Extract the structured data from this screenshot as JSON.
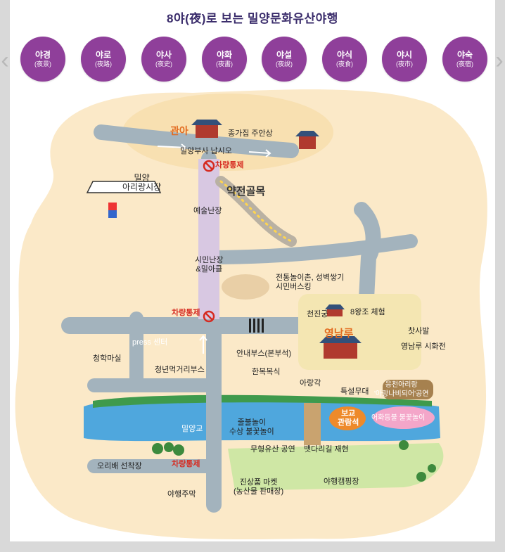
{
  "title": "8야(夜)로 보는 밀양문화유산야행",
  "tabs": [
    {
      "label": "야경",
      "hanja": "(夜景)"
    },
    {
      "label": "야로",
      "hanja": "(夜路)"
    },
    {
      "label": "야사",
      "hanja": "(夜史)"
    },
    {
      "label": "야화",
      "hanja": "(夜畵)"
    },
    {
      "label": "야설",
      "hanja": "(夜說)"
    },
    {
      "label": "야식",
      "hanja": "(夜食)"
    },
    {
      "label": "야시",
      "hanja": "(夜市)"
    },
    {
      "label": "야숙",
      "hanja": "(夜宿)"
    }
  ],
  "nav": {
    "prev": "‹",
    "next": "›"
  },
  "map": {
    "gwana": "관아",
    "jonggajip": "종가집 주안상",
    "milyang_busa": "밀양부사 납시오",
    "traffic_control_1": "차량통제",
    "traffic_control_2": "차량통제",
    "traffic_control_3": "차량통제",
    "arirang_market": "밀양\n아리랑시장",
    "yakjeon_alley": "약전골목",
    "art_market": "예술난장",
    "citizen_market": "시민난장\n&밀아클",
    "folk_village": "전통놀이촌, 성벽쌓기\n시민버스킹",
    "cheonjingung": "천진궁",
    "king8": "8왕조 체험",
    "yeongnamru": "영남루",
    "tea_bar": "찻사발",
    "poetry": "영남루 시화전",
    "press": "press 센터",
    "cheonghak": "청학마실",
    "info_booth": "안내부스(본부석)",
    "youth_street": "청년먹거리부스",
    "hanbok": "한복복식",
    "arang": "아랑각",
    "special_stage": "특설무대",
    "eungcheon": "응천아리랑\n'아랑나비되어'공연",
    "viewing_seats": "보교\n관람석",
    "lantern_play": "어화등불 불꽃놀이",
    "fire_play": "줄불놀이\n수상 불꽃놀이",
    "milyanggyo": "밀양교",
    "duck_boat": "오리배 선착장",
    "intangible": "무형유산 공연",
    "boat_bridge": "뱃다리길 재현",
    "local_market": "진상품 마켓\n(농산물 판매장)",
    "night_camping": "야행캠핑장",
    "night_pub": "야행주막"
  }
}
